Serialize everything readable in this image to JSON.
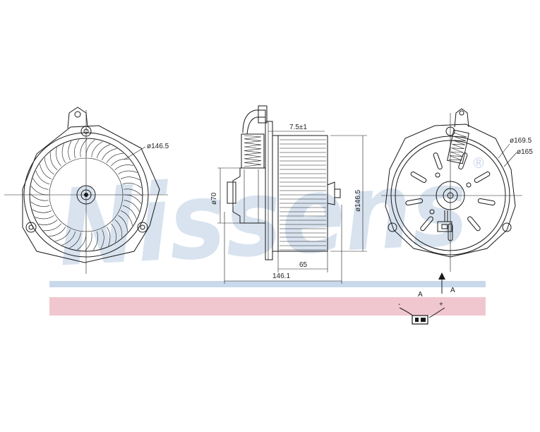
{
  "brand": {
    "watermark": "Nissens",
    "registered_mark": "®",
    "band_colors": {
      "blue": "#c9d9ec",
      "pink": "#f1c7cf"
    }
  },
  "front_view": {
    "diameter_label": "ø146.5"
  },
  "side_view": {
    "offset_label": "7.5±1",
    "motor_diameter_label": "ø70",
    "wheel_diameter_label": "ø146.5",
    "wheel_width_label": "65",
    "overall_length_label": "146.1"
  },
  "rear_view": {
    "outer_diameter_label": "ø169.5",
    "inner_diameter_label": "ø165",
    "view_arrow_label": "A"
  },
  "connector_detail": {
    "view_label": "A",
    "negative_label": "-",
    "positive_label": "+"
  }
}
